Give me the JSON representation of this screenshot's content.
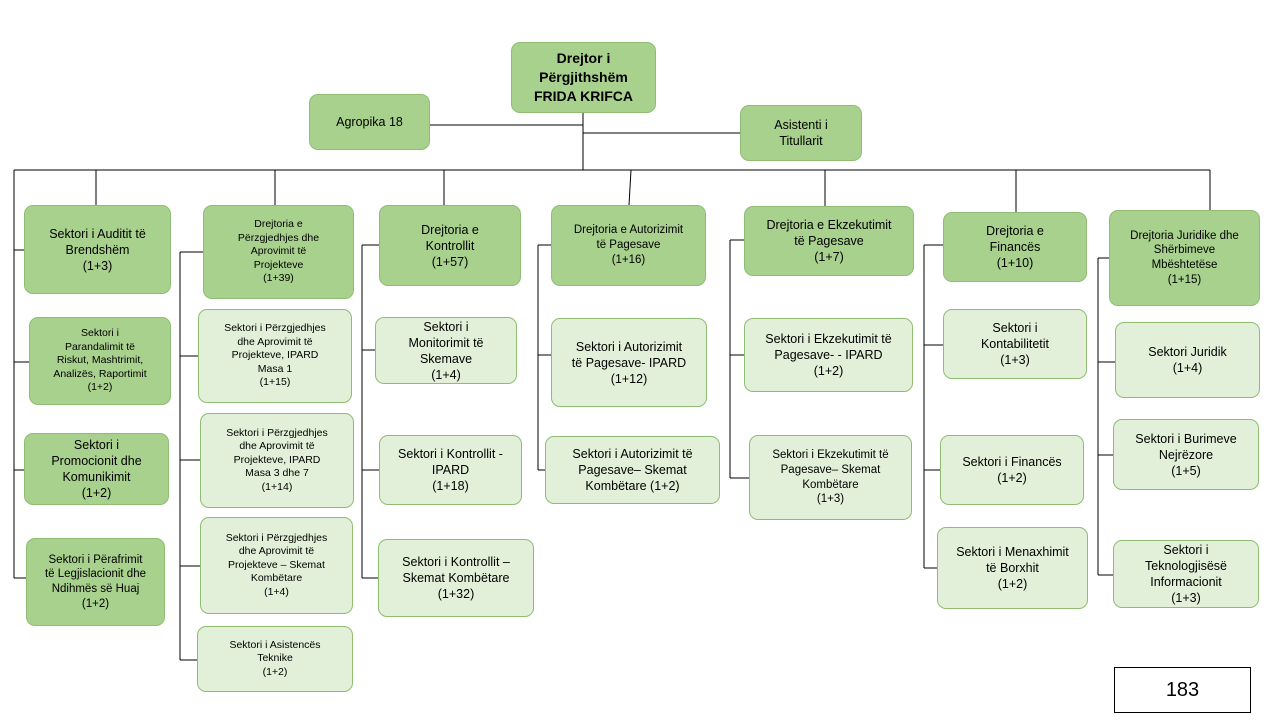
{
  "director": {
    "text": "Drejtor i\nPërgjithshëm\nFRIDA KRIFCA"
  },
  "agropika": {
    "text": "Agropika 18"
  },
  "assistant": {
    "text": "Asistenti i\nTitullarit"
  },
  "columns": [
    {
      "head": "Sektori i Auditit të\nBrendshëm\n(1+3)",
      "items": [
        "Sektori i\nParandalimit të\nRiskut, Mashtrimit,\nAnalizës, Raportimit\n(1+2)",
        "Sektori i\nPromocionit dhe\nKomunikimit\n(1+2)",
        "Sektori i Përafrimit\ntë Legjislacionit dhe\nNdihmës së Huaj\n(1+2)"
      ]
    },
    {
      "head": "Drejtoria e\nPërzgjedhjes dhe\nAprovimit të\nProjekteve\n(1+39)",
      "items": [
        "Sektori i Përzgjedhjes\ndhe Aprovimit të\nProjekteve, IPARD\nMasa 1\n(1+15)",
        "Sektori i Përzgjedhjes\ndhe Aprovimit të\nProjekteve, IPARD\nMasa 3 dhe 7\n(1+14)",
        "Sektori i Përzgjedhjes\ndhe Aprovimit të\nProjekteve – Skemat\nKombëtare\n(1+4)",
        "Sektori i Asistencës\nTeknike\n(1+2)"
      ]
    },
    {
      "head": "Drejtoria e\nKontrollit\n(1+57)",
      "items": [
        "Sektori i\nMonitorimit të\nSkemave\n(1+4)",
        "Sektori i Kontrollit -\nIPARD\n(1+18)",
        "Sektori i Kontrollit –\nSkemat Kombëtare\n(1+32)"
      ]
    },
    {
      "head": "Drejtoria e Autorizimit\ntë Pagesave\n(1+16)",
      "items": [
        "Sektori i Autorizimit\ntë Pagesave- IPARD\n(1+12)",
        "Sektori i Autorizimit të\nPagesave– Skemat\nKombëtare (1+2)"
      ]
    },
    {
      "head": "Drejtoria e Ekzekutimit\ntë Pagesave\n(1+7)",
      "items": [
        "Sektori i Ekzekutimit të\nPagesave- - IPARD\n(1+2)",
        "Sektori i Ekzekutimit të\nPagesave– Skemat\nKombëtare\n(1+3)"
      ]
    },
    {
      "head": "Drejtoria e\nFinancës\n(1+10)",
      "items": [
        "Sektori i\nKontabilitetit\n(1+3)",
        "Sektori i Financës\n(1+2)",
        "Sektori i Menaxhimit\ntë Borxhit\n(1+2)"
      ]
    },
    {
      "head": "Drejtoria Juridike dhe\nShërbimeve\nMbështetëse\n(1+15)",
      "items": [
        "Sektori Juridik\n(1+4)",
        "Sektori i Burimeve\nNejrëzore\n(1+5)",
        "Sektori i\nTeknologjisësë\nInformacionit\n(1+3)"
      ]
    }
  ],
  "page_number": "183"
}
